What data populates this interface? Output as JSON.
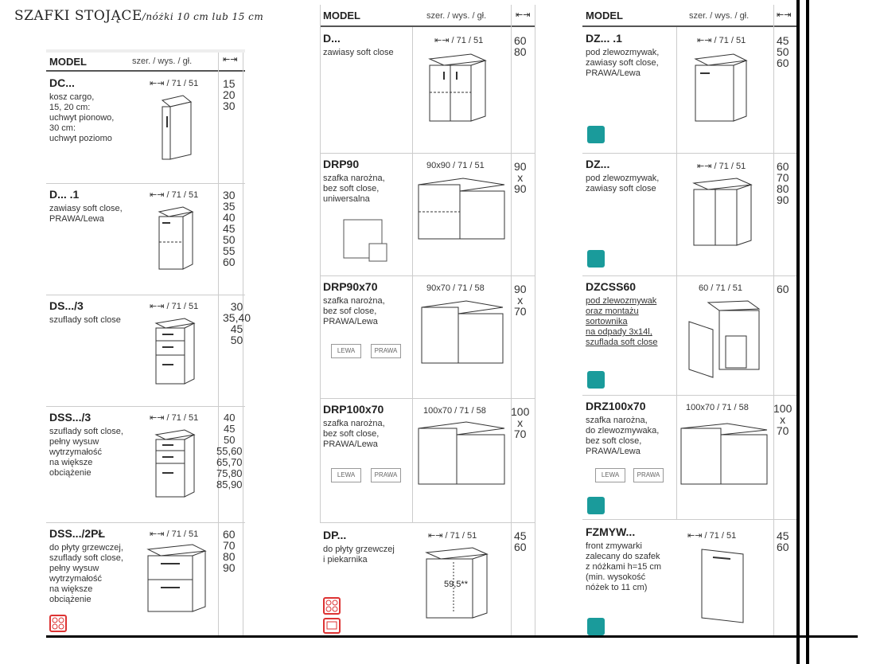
{
  "title": "SZAFKI STOJĄCE",
  "subtitle": "/nóżki 10 cm lub 15 cm",
  "header": {
    "model": "MODEL",
    "dims": "szer. / wys. / gł.",
    "width_icon": "width-arrows-icon"
  },
  "dims_std": "71 / 51",
  "col1": [
    {
      "name": "DC...",
      "desc": "kosz cargo,\n15, 20 cm:\nuchwyt pionowo,\n30 cm:\nuchwyt poziomo",
      "widths": "15\n20\n30"
    },
    {
      "name": "D... .1",
      "desc": "zawiasy soft close,\nPRAWA/Lewa",
      "widths": "30\n35\n40\n45\n50\n55\n60"
    },
    {
      "name": "DS.../3",
      "desc": "szuflady soft close",
      "widths": "30\n35,40\n45\n50"
    },
    {
      "name": "DSS.../3",
      "desc": "szuflady soft close,\npełny wysuw\nwytrzymałość\nna większe\nobciążenie",
      "widths": "40\n45\n50\n55,60\n65,70\n75,80\n85,90"
    },
    {
      "name": "DSS.../2PŁ",
      "desc": "do płyty grzewczej,\nszuflady soft close,\npełny wysuw\nwytrzymałość\nna większe\nobciążenie",
      "widths": "60\n70\n80\n90"
    }
  ],
  "col2": [
    {
      "name": "D...",
      "desc": "zawiasy soft close",
      "dims": "71 / 51",
      "widths": "60\n80"
    },
    {
      "name": "DRP90",
      "desc": "szafka narożna,\nbez soft close,\nuniwersalna",
      "dims": "90x90 / 71 / 51",
      "widths": "90\nx\n90"
    },
    {
      "name": "DRP90x70",
      "desc": "szafka narożna,\nbez sof close,\nPRAWA/Lewa",
      "dims": "90x70 / 71 / 58",
      "widths": "90\nx\n70",
      "labels": [
        "LEWA",
        "PRAWA"
      ]
    },
    {
      "name": "DRP100x70",
      "desc": "szafka narożna,\nbez soft close,\nPRAWA/Lewa",
      "dims": "100x70 / 71 / 58",
      "widths": "100\nx\n70",
      "labels": [
        "LEWA",
        "PRAWA"
      ]
    },
    {
      "name": "DP...",
      "desc": "do płyty grzewczej\ni piekarnika",
      "dims": "71 / 51",
      "widths": "45\n60",
      "dimnote": "59,5**"
    }
  ],
  "col3": [
    {
      "name": "DZ... .1",
      "desc": "pod zlewozmywak,\nzawiasy soft close,\nPRAWA/Lewa",
      "dims": "71 / 51",
      "widths": "45\n50\n60"
    },
    {
      "name": "DZ...",
      "desc": "pod zlewozmywak,\nzawiasy soft close",
      "dims": "71 / 51",
      "widths": "60\n70\n80\n90"
    },
    {
      "name": "DZCSS60",
      "desc": "pod zlewozmywak\noraz montażu\nsortownika\nna odpady 3x14l,\nszuflada soft close",
      "dims": "60 / 71 / 51",
      "widths": "60"
    },
    {
      "name": "DRZ100x70",
      "desc": "szafka narożna,\ndo zlewozmywaka,\nbez soft close,\nPRAWA/Lewa",
      "dims": "100x70 / 71 / 58",
      "widths": "100\nx\n70",
      "labels": [
        "LEWA",
        "PRAWA"
      ]
    },
    {
      "name": "FZMYW...",
      "desc": "front zmywarki\nzalecany do szafek\nz nóżkami h=15 cm\n(min. wysokość\nnóżek to 11 cm)",
      "dims": "71 / 51",
      "widths": "45\n60"
    }
  ]
}
